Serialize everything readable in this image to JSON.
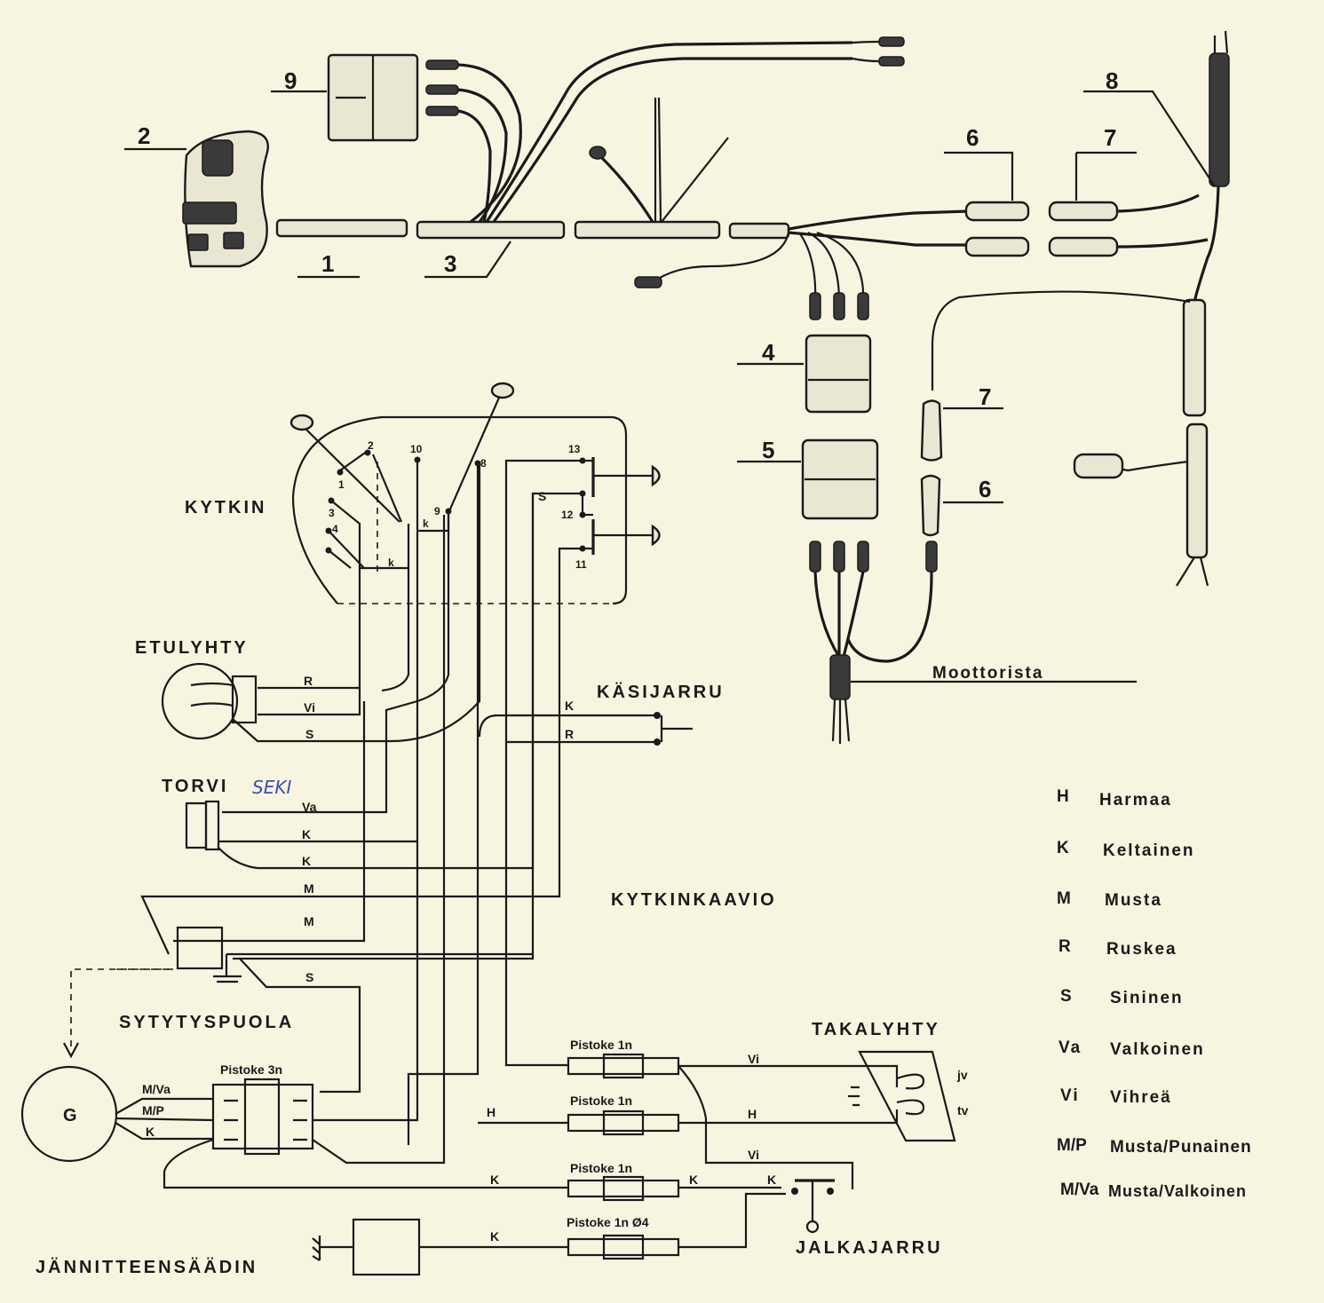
{
  "harness": {
    "part_numbers": [
      "1",
      "2",
      "3",
      "4",
      "5",
      "6",
      "7",
      "8",
      "9"
    ],
    "lower_part_numbers": [
      "7",
      "6"
    ],
    "engine_label": "Moottorista"
  },
  "schematic": {
    "title": "KYTKINKAAVIO",
    "components": {
      "switch": "KYTKIN",
      "headlight": "ETULYHTY",
      "horn": "TORVI",
      "horn_note": "SEKI",
      "hand_brake": "KÄSIJARRU",
      "ignition_coil": "SYTYTYSPUOLA",
      "tail_light": "TAKALYHTY",
      "foot_brake": "JALKAJARRU",
      "voltage_regulator": "JÄNNITTEENSÄÄDIN",
      "generator": "G"
    },
    "switch_terminals": [
      "1",
      "2",
      "3",
      "4",
      "8",
      "9",
      "10",
      "11",
      "12",
      "13",
      "k",
      "k"
    ],
    "connectors": {
      "three_pin": "Pistoke 3n",
      "one_pin": "Pistoke 1n",
      "one_pin_d4": "Pistoke 1n  Ø4"
    },
    "tail_terminals": [
      "jv",
      "tv"
    ],
    "wire_codes": {
      "headlight": [
        "R",
        "Vi",
        "S"
      ],
      "switch_s": "S",
      "hand_brake": [
        "K",
        "R"
      ],
      "horn": [
        "Va",
        "K",
        "K"
      ],
      "ground": [
        "M",
        "M"
      ],
      "coil": "S",
      "generator": [
        "M/Va",
        "M/P",
        "K"
      ],
      "tail": [
        "Vi",
        "H",
        "Vi"
      ],
      "left_h": "H",
      "regulator": [
        "K",
        "K",
        "K",
        "K"
      ]
    }
  },
  "legend": [
    {
      "code": "H",
      "name": "Harmaa"
    },
    {
      "code": "K",
      "name": "Keltainen"
    },
    {
      "code": "M",
      "name": "Musta"
    },
    {
      "code": "R",
      "name": "Ruskea"
    },
    {
      "code": "S",
      "name": "Sininen"
    },
    {
      "code": "Va",
      "name": "Valkoinen"
    },
    {
      "code": "Vi",
      "name": "Vihreä"
    },
    {
      "code": "M/P",
      "name": "Musta/Punainen"
    },
    {
      "code": "M/Va",
      "name": "Musta/Valkoinen"
    }
  ],
  "colors": {
    "paper": "#f7f5e0",
    "ink": "#1a1a1a",
    "pen": "#3b4fb0"
  }
}
